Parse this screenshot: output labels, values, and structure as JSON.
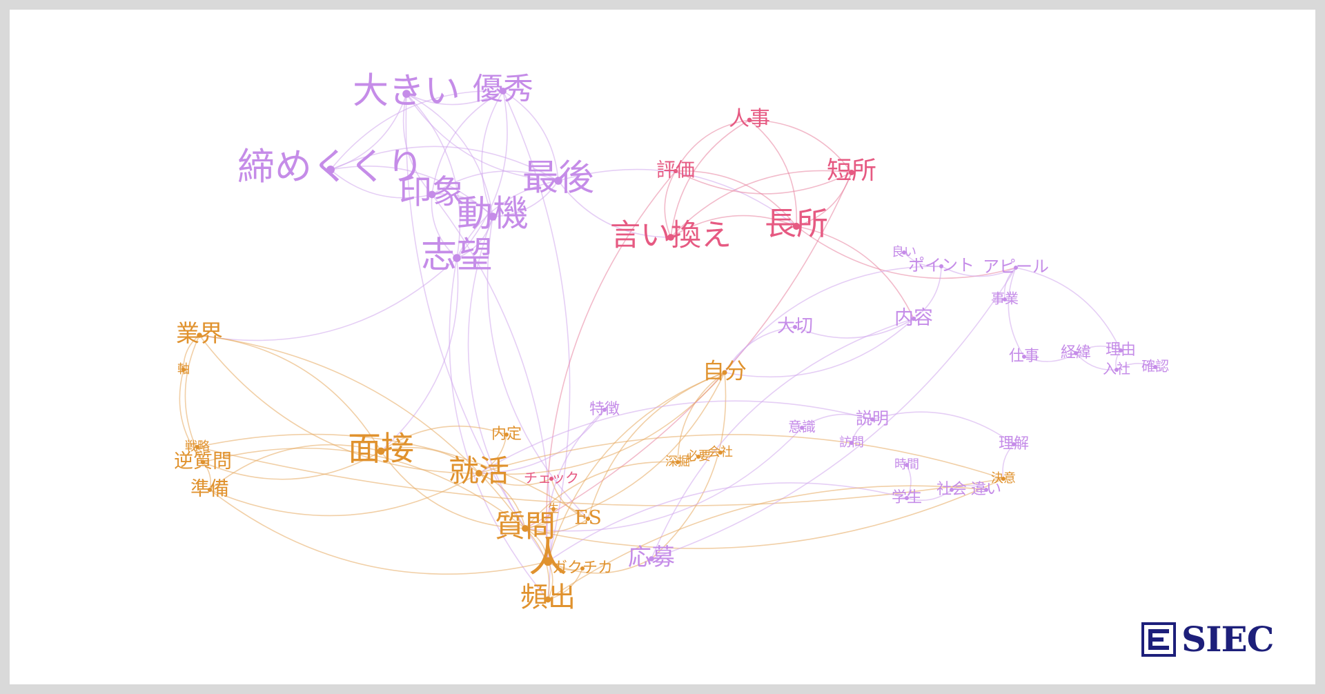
{
  "colors": {
    "purple": "#c58ce8",
    "pink": "#e65a82",
    "orange": "#e0922e",
    "logo_navy": "#1d1f7a",
    "edge_purple": "#cfa6ec",
    "edge_pink": "#e8819f",
    "edge_orange": "#e6a85c"
  },
  "nodes": [
    {
      "id": "ookii",
      "label": "大きい",
      "group": "purple",
      "size": 52
    },
    {
      "id": "yuushuu",
      "label": "優秀",
      "group": "purple",
      "size": 44
    },
    {
      "id": "shime",
      "label": "締めくくり",
      "group": "purple",
      "size": 54
    },
    {
      "id": "saigo",
      "label": "最後",
      "group": "purple",
      "size": 52
    },
    {
      "id": "inshou",
      "label": "印象",
      "group": "purple",
      "size": 48
    },
    {
      "id": "douki",
      "label": "動機",
      "group": "purple",
      "size": 52
    },
    {
      "id": "shibou",
      "label": "志望",
      "group": "purple",
      "size": 52
    },
    {
      "id": "jinji",
      "label": "人事",
      "group": "pink",
      "size": 30
    },
    {
      "id": "hyouka",
      "label": "評価",
      "group": "pink",
      "size": 28
    },
    {
      "id": "tansho",
      "label": "短所",
      "group": "pink",
      "size": 36
    },
    {
      "id": "iikae",
      "label": "言い換え",
      "group": "pink",
      "size": 44
    },
    {
      "id": "chousho",
      "label": "長所",
      "group": "pink",
      "size": 46
    },
    {
      "id": "yoi",
      "label": "良い",
      "group": "purple",
      "size": 18
    },
    {
      "id": "point",
      "label": "ポイント",
      "group": "purple",
      "size": 24
    },
    {
      "id": "appeal",
      "label": "アピール",
      "group": "purple",
      "size": 24
    },
    {
      "id": "jigyou",
      "label": "事業",
      "group": "purple",
      "size": 20
    },
    {
      "id": "taisetsu",
      "label": "大切",
      "group": "purple",
      "size": 26
    },
    {
      "id": "naiyou",
      "label": "内容",
      "group": "purple",
      "size": 28
    },
    {
      "id": "shigoto",
      "label": "仕事",
      "group": "purple",
      "size": 22
    },
    {
      "id": "keii",
      "label": "経緯",
      "group": "purple",
      "size": 22
    },
    {
      "id": "riyuu",
      "label": "理由",
      "group": "purple",
      "size": 22
    },
    {
      "id": "nyuusha",
      "label": "入社",
      "group": "purple",
      "size": 20
    },
    {
      "id": "kakunin",
      "label": "確認",
      "group": "purple",
      "size": 20
    },
    {
      "id": "gyoukai",
      "label": "業界",
      "group": "orange",
      "size": 34
    },
    {
      "id": "jiku",
      "label": "軸",
      "group": "orange",
      "size": 18
    },
    {
      "id": "jibun",
      "label": "自分",
      "group": "orange",
      "size": 32
    },
    {
      "id": "tokuchou",
      "label": "特徴",
      "group": "purple",
      "size": 22
    },
    {
      "id": "ishiki",
      "label": "意識",
      "group": "purple",
      "size": 20
    },
    {
      "id": "setsumei",
      "label": "説明",
      "group": "purple",
      "size": 24
    },
    {
      "id": "houmon",
      "label": "訪問",
      "group": "purple",
      "size": 18
    },
    {
      "id": "rikai",
      "label": "理解",
      "group": "purple",
      "size": 22
    },
    {
      "id": "naitei",
      "label": "内定",
      "group": "orange",
      "size": 22
    },
    {
      "id": "senryaku",
      "label": "戦略",
      "group": "orange",
      "size": 18
    },
    {
      "id": "gyakushitsumon",
      "label": "逆質問",
      "group": "orange",
      "size": 28
    },
    {
      "id": "junbi",
      "label": "準備",
      "group": "orange",
      "size": 28
    },
    {
      "id": "mensetsu",
      "label": "面接",
      "group": "orange",
      "size": 48
    },
    {
      "id": "shuukatsu",
      "label": "就活",
      "group": "orange",
      "size": 44
    },
    {
      "id": "check",
      "label": "チェック",
      "group": "pink",
      "size": 20
    },
    {
      "id": "fukabori",
      "label": "深掘",
      "group": "orange",
      "size": 18
    },
    {
      "id": "hitsuyou",
      "label": "必要",
      "group": "orange",
      "size": 18
    },
    {
      "id": "kaisha",
      "label": "会社",
      "group": "orange",
      "size": 18
    },
    {
      "id": "jikan",
      "label": "時間",
      "group": "purple",
      "size": 18
    },
    {
      "id": "ketsui",
      "label": "決意",
      "group": "orange",
      "size": 18
    },
    {
      "id": "gakusei",
      "label": "学生",
      "group": "purple",
      "size": 22
    },
    {
      "id": "shakai",
      "label": "社会",
      "group": "purple",
      "size": 22
    },
    {
      "id": "chigai",
      "label": "違い",
      "group": "purple",
      "size": 22
    },
    {
      "id": "shitsumon",
      "label": "質問",
      "group": "orange",
      "size": 44
    },
    {
      "id": "nama",
      "label": "生",
      "group": "orange",
      "size": 16
    },
    {
      "id": "es",
      "label": "ES",
      "group": "orange",
      "size": 28
    },
    {
      "id": "ouchi",
      "label": "応募",
      "group": "purple",
      "size": 34
    },
    {
      "id": "hito",
      "label": "人",
      "group": "orange",
      "size": 56
    },
    {
      "id": "gakuchika",
      "label": "ガクチカ",
      "group": "orange",
      "size": 22
    },
    {
      "id": "hinshutsu",
      "label": "頻出",
      "group": "orange",
      "size": 40
    }
  ],
  "edges": [
    [
      "ookii",
      "yuushuu"
    ],
    [
      "ookii",
      "shime"
    ],
    [
      "ookii",
      "inshou"
    ],
    [
      "ookii",
      "douki"
    ],
    [
      "ookii",
      "saigo"
    ],
    [
      "ookii",
      "shibou"
    ],
    [
      "yuushuu",
      "shime"
    ],
    [
      "yuushuu",
      "saigo"
    ],
    [
      "yuushuu",
      "douki"
    ],
    [
      "yuushuu",
      "shibou"
    ],
    [
      "yuushuu",
      "inshou"
    ],
    [
      "shime",
      "saigo"
    ],
    [
      "shime",
      "inshou"
    ],
    [
      "shime",
      "douki"
    ],
    [
      "saigo",
      "inshou"
    ],
    [
      "saigo",
      "douki"
    ],
    [
      "saigo",
      "shibou"
    ],
    [
      "inshou",
      "douki"
    ],
    [
      "inshou",
      "shibou"
    ],
    [
      "douki",
      "shibou"
    ],
    [
      "saigo",
      "iikae"
    ],
    [
      "saigo",
      "chousho"
    ],
    [
      "douki",
      "shitsumon"
    ],
    [
      "shibou",
      "mensetsu"
    ],
    [
      "shibou",
      "hinshutsu"
    ],
    [
      "yuushuu",
      "hito"
    ],
    [
      "ookii",
      "hito"
    ],
    [
      "inshou",
      "hinshutsu"
    ],
    [
      "douki",
      "es"
    ],
    [
      "shibou",
      "gyoukai"
    ],
    [
      "jinji",
      "hyouka"
    ],
    [
      "jinji",
      "tansho"
    ],
    [
      "jinji",
      "iikae"
    ],
    [
      "jinji",
      "chousho"
    ],
    [
      "hyouka",
      "tansho"
    ],
    [
      "hyouka",
      "chousho"
    ],
    [
      "hyouka",
      "iikae"
    ],
    [
      "tansho",
      "chousho"
    ],
    [
      "tansho",
      "iikae"
    ],
    [
      "iikae",
      "chousho"
    ],
    [
      "hyouka",
      "hito"
    ],
    [
      "tansho",
      "shitsumon"
    ],
    [
      "chousho",
      "appeal"
    ],
    [
      "chousho",
      "naiyou"
    ],
    [
      "point",
      "appeal"
    ],
    [
      "point",
      "yoi"
    ],
    [
      "appeal",
      "jigyou"
    ],
    [
      "point",
      "naiyou"
    ],
    [
      "appeal",
      "shigoto"
    ],
    [
      "naiyou",
      "taisetsu"
    ],
    [
      "shigoto",
      "keii"
    ],
    [
      "keii",
      "riyuu"
    ],
    [
      "riyuu",
      "nyuusha"
    ],
    [
      "nyuusha",
      "kakunin"
    ],
    [
      "keii",
      "nyuusha"
    ],
    [
      "appeal",
      "riyuu"
    ],
    [
      "taisetsu",
      "jibun"
    ],
    [
      "naiyou",
      "jibun"
    ],
    [
      "point",
      "jibun"
    ],
    [
      "jibun",
      "shitsumon"
    ],
    [
      "jibun",
      "hito"
    ],
    [
      "jibun",
      "shuukatsu"
    ],
    [
      "jibun",
      "es"
    ],
    [
      "jibun",
      "ouchi"
    ],
    [
      "gyoukai",
      "jiku"
    ],
    [
      "gyoukai",
      "mensetsu"
    ],
    [
      "gyoukai",
      "shuukatsu"
    ],
    [
      "gyoukai",
      "shitsumon"
    ],
    [
      "gyoukai",
      "gyakushitsumon"
    ],
    [
      "gyakushitsumon",
      "junbi"
    ],
    [
      "gyakushitsumon",
      "mensetsu"
    ],
    [
      "junbi",
      "mensetsu"
    ],
    [
      "junbi",
      "shuukatsu"
    ],
    [
      "gyakushitsumon",
      "shitsumon"
    ],
    [
      "junbi",
      "hito"
    ],
    [
      "senryaku",
      "gyakushitsumon"
    ],
    [
      "jiku",
      "gyakushitsumon"
    ],
    [
      "mensetsu",
      "shuukatsu"
    ],
    [
      "mensetsu",
      "shitsumon"
    ],
    [
      "mensetsu",
      "naitei"
    ],
    [
      "shuukatsu",
      "naitei"
    ],
    [
      "shuukatsu",
      "shitsumon"
    ],
    [
      "shuukatsu",
      "check"
    ],
    [
      "shitsumon",
      "hito"
    ],
    [
      "shitsumon",
      "es"
    ],
    [
      "hito",
      "hinshutsu"
    ],
    [
      "hito",
      "gakuchika"
    ],
    [
      "gakuchika",
      "hinshutsu"
    ],
    [
      "hito",
      "ouchi"
    ],
    [
      "shitsumon",
      "hinshutsu"
    ],
    [
      "shitsumon",
      "nama"
    ],
    [
      "es",
      "check"
    ],
    [
      "fukabori",
      "hitsuyou"
    ],
    [
      "hitsuyou",
      "kaisha"
    ],
    [
      "fukabori",
      "shitsumon"
    ],
    [
      "ishiki",
      "setsumei"
    ],
    [
      "setsumei",
      "houmon"
    ],
    [
      "setsumei",
      "rikai"
    ],
    [
      "setsumei",
      "shuukatsu"
    ],
    [
      "ishiki",
      "shitsumon"
    ],
    [
      "senryaku",
      "ketsui"
    ],
    [
      "ketsui",
      "shitsumon"
    ],
    [
      "gakusei",
      "shakai"
    ],
    [
      "shakai",
      "chigai"
    ],
    [
      "gakusei",
      "hito"
    ],
    [
      "jikan",
      "gakusei"
    ],
    [
      "tokuchou",
      "hito"
    ],
    [
      "tokuchou",
      "shuukatsu"
    ],
    [
      "rikai",
      "ketsui"
    ],
    [
      "ouchi",
      "naiyou"
    ],
    [
      "ouchi",
      "appeal"
    ],
    [
      "hinshutsu",
      "chigai"
    ],
    [
      "es",
      "senryaku"
    ],
    [
      "shuukatsu",
      "ketsui"
    ],
    [
      "jibun",
      "fukabori"
    ]
  ],
  "logo": {
    "text": "SIEC",
    "mark": "logo-mark-icon"
  }
}
